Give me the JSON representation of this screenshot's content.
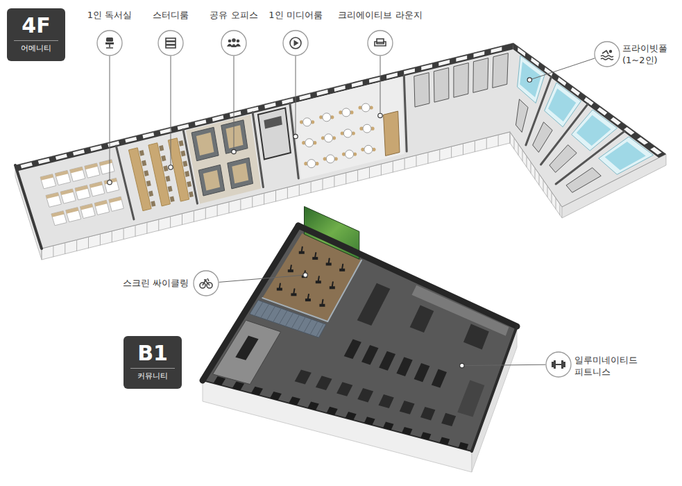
{
  "diagram": {
    "nodes": [
      {
        "text": [
          "4F",
          "어메니티"
        ]
      },
      {
        "text": [
          "B1",
          "커뮤니티"
        ]
      }
    ],
    "labels": [
      "1인 독서실",
      "스터디룸",
      "공유 오피스",
      "1인 미디어룸",
      "크리에이티브 라운지",
      "프라이빗풀 (1~2인)",
      "스크린 싸이클링",
      "일루미네이티드 피트니스"
    ]
  }
}
